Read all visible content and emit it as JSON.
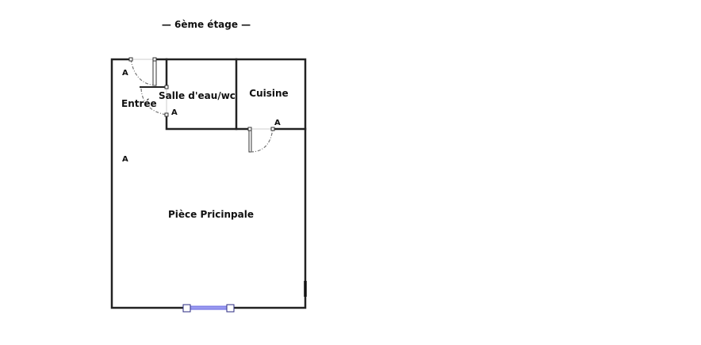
{
  "floor_title": "— 6ème étage —",
  "rooms": {
    "entree": "Entrée",
    "salle_eau": "Salle d'eau/wc",
    "cuisine": "Cuisine",
    "piece_principale": "Pièce Pricinpale"
  },
  "markers": [
    "A",
    "A",
    "A",
    "A"
  ],
  "colors": {
    "wall": "#222222",
    "window": "#6a6ae0"
  }
}
